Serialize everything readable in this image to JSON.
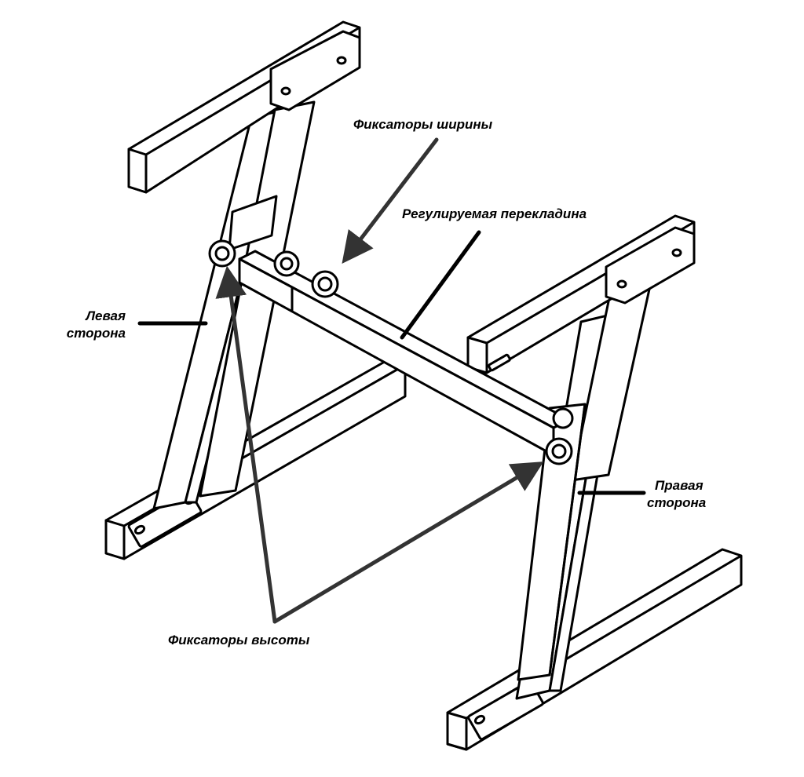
{
  "labels": {
    "width_locks": "Фиксаторы ширины",
    "adjustable_crossbar": "Регулируемая перекладина",
    "left_side_line1": "Левая",
    "left_side_line2": "сторона",
    "right_side_line1": "Правая",
    "right_side_line2": "сторона",
    "height_locks": "Фиксаторы высоты"
  },
  "colors": {
    "ink": "#000000",
    "pointer": "#333333",
    "background": "#ffffff"
  }
}
